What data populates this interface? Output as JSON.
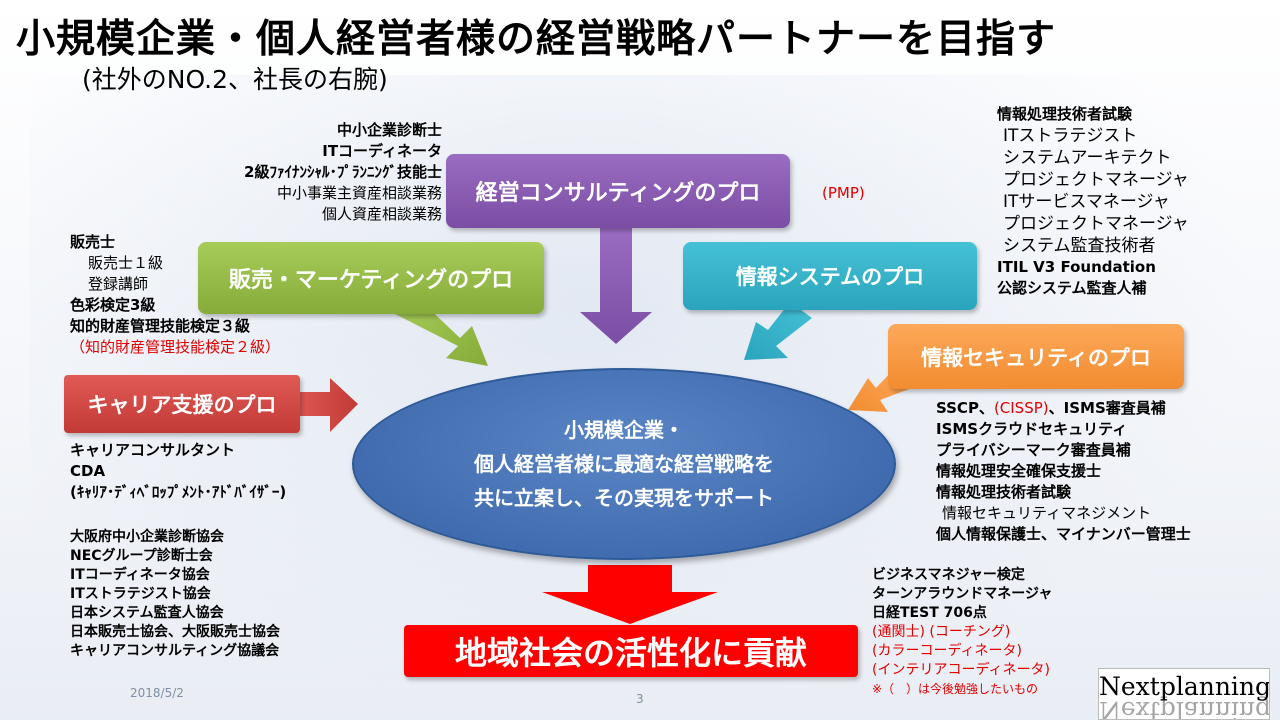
{
  "title": "小規模企業・個人経営者様の経営戦略パートナーを目指す",
  "subtitle": "(社外のNO.2、社長の右腕)",
  "boxes": {
    "mgmt": "経営コンサルティングのプロ",
    "sales": "販売・マーケティングのプロ",
    "info": "情報システムのプロ",
    "security": "情報セキュリティのプロ",
    "career": "キャリア支援のプロ"
  },
  "center": {
    "line1": "小規模企業・",
    "line2": "個人経営者様に最適な経営戦略を",
    "line3": "共に立案し、その実現をサポート"
  },
  "goal": "地域社会の活性化に貢献",
  "mgmt_quals": {
    "q1": "中小企業診断士",
    "q2": "ITコーディネータ",
    "q3": "2級ﾌｧｲﾅﾝｼｬﾙ･ﾌﾟﾗﾝﾆﾝｸﾞ技能士",
    "q4": "中小事業主資産相談業務",
    "q5": "個人資産相談業務"
  },
  "pmp": "(PMP)",
  "info_quals": {
    "head": "情報処理技術者試験",
    "items": [
      "ITストラテジスト",
      "システムアーキテクト",
      "プロジェクトマネージャ",
      "ITサービスマネージャ",
      "プロジェクトマネージャ",
      "システム監査技術者"
    ],
    "itil": "ITIL V3 Foundation",
    "audit": "公認システム監査人補"
  },
  "sales_quals": {
    "head": "販売士",
    "l1": "販売士１級",
    "l2": "登録講師",
    "l3": "色彩検定3級",
    "l4": "知的財産管理技能検定３級",
    "l5": "（知的財産管理技能検定２級）"
  },
  "career_quals": {
    "l1": "キャリアコンサルタント",
    "l2": "CDA",
    "l3": "(ｷｬﾘｱ･ﾃﾞｨﾍﾞﾛｯﾌﾟﾒﾝﾄ･ｱﾄﾞﾊﾞｲｻﾞｰ)"
  },
  "assoc": {
    "items": [
      "大阪府中小企業診断協会",
      "NECグループ診断士会",
      "ITコーディネータ協会",
      "ITストラテジスト協会",
      "日本システム監査人協会",
      "日本販売士協会、大阪販売士協会",
      "キャリアコンサルティング協議会"
    ]
  },
  "sec_quals": {
    "l1a": "SSCP、",
    "l1b": "(CISSP)",
    "l1c": "、ISMS審査員補",
    "l2": "ISMSクラウドセキュリティ",
    "l3": "プライバシーマーク審査員補",
    "l4": "情報処理安全確保支援士",
    "l5": "情報処理技術者試験",
    "l6": "情報セキュリティマネジメント",
    "l7": "個人情報保護士、マイナンバー管理士"
  },
  "other_quals": {
    "l1": "ビジネスマネジャー検定",
    "l2": "ターンアラウンドマネージャ",
    "l3": "日経TEST 706点",
    "r1": "(通関士) (コーチング)",
    "r2": "(カラーコーディネータ)",
    "r3": "(インテリアコーディネータ)",
    "note": "※（　）は今後勉強したいもの"
  },
  "footer": {
    "date": "2018/5/2",
    "page": "3"
  },
  "logo": "Nextplanning.",
  "colors": {
    "purple": "#7a4ea4",
    "green": "#86ab38",
    "cyan": "#2aa4bc",
    "orange": "#f28c30",
    "red_box": "#c23a36",
    "goal_red": "#ff0000",
    "ellipse_blue": "#3f6aae"
  }
}
